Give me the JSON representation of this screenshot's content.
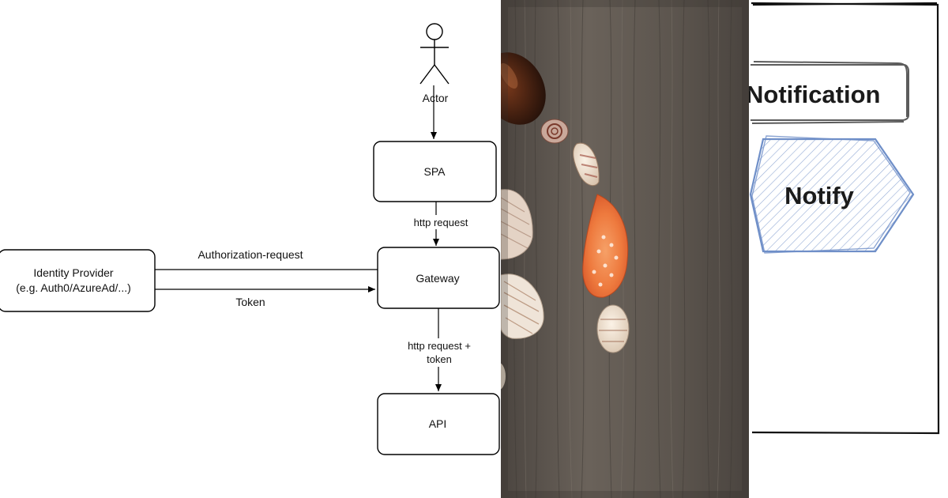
{
  "flow_diagram": {
    "actor_label": "Actor",
    "spa_label": "SPA",
    "gateway_label": "Gateway",
    "api_label": "API",
    "identity_provider_line1": "Identity Provider",
    "identity_provider_line2": "(e.g. Auth0/AzureAd/...)",
    "edge_spa_gateway": "http request",
    "edge_gateway_api_line1": "http request +",
    "edge_gateway_api_line2": "token",
    "edge_authorization": "Authorization-request",
    "edge_token": "Token"
  },
  "photo": {
    "subject": "seashells-on-wood",
    "background_color": "#5f5851"
  },
  "sketch_diagram": {
    "notification_label": "Notification",
    "notify_label": "Notify",
    "hatch_color": "#6f8fc8"
  }
}
